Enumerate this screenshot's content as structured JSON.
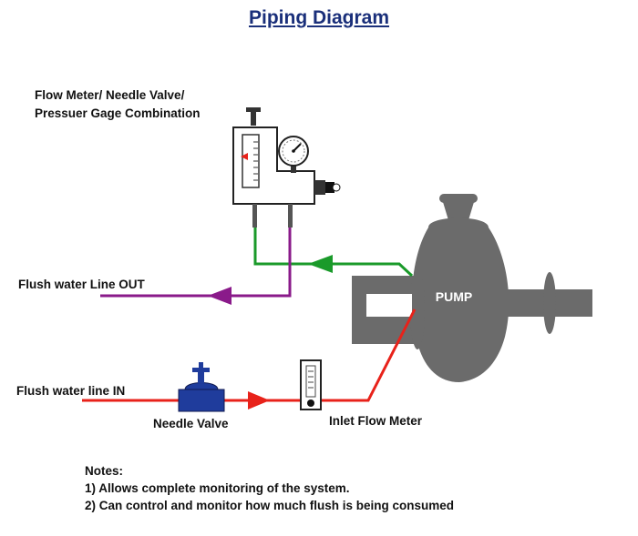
{
  "title": "Piping Diagram",
  "labels": {
    "combo_line1": "Flow Meter/ Needle Valve/",
    "combo_line2": "Pressuer Gage Combination",
    "flush_out": "Flush water Line OUT",
    "flush_in": "Flush water line IN",
    "needle_valve": "Needle Valve",
    "inlet_flow_meter": "Inlet Flow Meter",
    "pump": "PUMP"
  },
  "notes": {
    "heading": "Notes:",
    "items": [
      "1) Allows complete monitoring of the system.",
      "2) Can control  and monitor how much flush is being consumed"
    ]
  },
  "colors": {
    "title": "#1a2f7a",
    "pump": "#6b6b6b",
    "needle_valve": "#1f3c9c",
    "inlet_line": "#e8221a",
    "return_line": "#1a9a2a",
    "out_line": "#8a1a8a",
    "outline": "#222222"
  },
  "icons": [
    "pump-icon",
    "needle-valve-icon",
    "inlet-flow-meter-icon",
    "flow-meter-combination-icon",
    "pressure-gauge-icon"
  ]
}
